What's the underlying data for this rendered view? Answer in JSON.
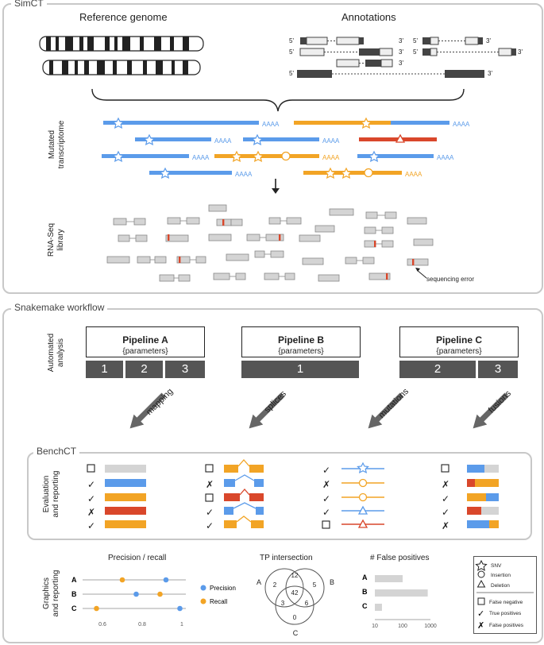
{
  "simct": {
    "title": "SimCT",
    "ref_genome_label": "Reference genome",
    "annotations_label": "Annotations",
    "mutated_transcriptome_label": [
      "Mutated",
      "transcriptome"
    ],
    "rnaseq_label": [
      "RNA-Seq",
      "library"
    ],
    "polya": "AAAA",
    "five_prime": "5'",
    "three_prime": "3'",
    "seq_error_label": "sequencing error"
  },
  "workflow": {
    "title": "Snakemake workflow",
    "automated_label": [
      "Automated",
      "analysis"
    ],
    "pipelines": [
      {
        "name": "Pipeline A",
        "params": "{parameters}",
        "steps": [
          "1",
          "2",
          "3"
        ]
      },
      {
        "name": "Pipeline B",
        "params": "{parameters}",
        "steps": [
          "1"
        ]
      },
      {
        "name": "Pipeline C",
        "params": "{parameters}",
        "steps": [
          "2",
          "3"
        ]
      }
    ],
    "arrows": [
      "mapping",
      "splices",
      "mutations",
      "fusions"
    ]
  },
  "benchct": {
    "title": "BenchCT",
    "eval_label": [
      "Evaluation",
      "and reporting"
    ],
    "graphics_label": [
      "Graphics",
      "and reporting"
    ]
  },
  "precision_recall": {
    "title": "Precision / recall",
    "rows": [
      "A",
      "B",
      "C"
    ],
    "ticks": [
      "0.6",
      "0.8",
      "1"
    ],
    "legend": [
      "Precision",
      "Recall"
    ],
    "precision": [
      0.92,
      0.77,
      0.99
    ],
    "recall": [
      0.7,
      0.89,
      0.57
    ]
  },
  "tp_intersection": {
    "title": "TP intersection",
    "sets": [
      "A",
      "B",
      "C"
    ],
    "values": {
      "A_only": "2",
      "AB": "12",
      "B_only": "5",
      "ABC": "42",
      "AC": "3",
      "BC": "6",
      "C_only": "0"
    }
  },
  "false_positives": {
    "title": "# False positives",
    "rows": [
      "A",
      "B",
      "C"
    ],
    "ticks": [
      "10",
      "100",
      "1000"
    ],
    "values": [
      100,
      800,
      18
    ]
  },
  "legend": {
    "snv": "SNV",
    "insertion": "Insertion",
    "deletion": "Deletion",
    "false_negative": "False negative",
    "true_positives": "True positives",
    "false_positives": "False positives"
  },
  "colors": {
    "blue": "#5b9bea",
    "orange": "#f2a425",
    "red": "#d9472b",
    "gray": "#d4d4d4",
    "dark": "#555555"
  }
}
